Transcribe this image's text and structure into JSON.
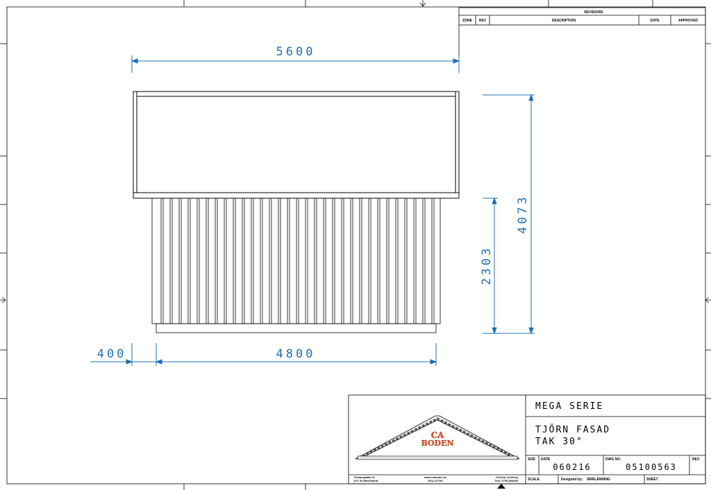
{
  "revisions": {
    "title": "REVISIONS",
    "columns": [
      "ZONE",
      "REV",
      "DESCRIPTION",
      "DATE",
      "APPROVED"
    ]
  },
  "dimensions": {
    "overall_width": "5600",
    "total_height": "4073",
    "wall_height": "2303",
    "wall_width": "4800",
    "overhang": "400"
  },
  "title_block": {
    "series": "MEGA SERIE",
    "drawing_title_line1": "TJÖRN FASAD",
    "drawing_title_line2": "TAK 30°",
    "size_label": "SIZE",
    "date_label": "DATE",
    "date_value": "060216",
    "dwg_label": "DWG NO.",
    "dwg_value": "05100563",
    "rev_label": "REV",
    "scale_label": "SCALE",
    "designed_label": "Designed by:",
    "designed_value": "SMÅLÄNNING",
    "sheet_label": "SHEET"
  },
  "logo": {
    "line1": "CA",
    "line2": "BODEN",
    "address_line1": "Fiskaregatan 11",
    "address_line2": "871 33 Härnösand",
    "web": "www.caboden.se",
    "phone": "0611-21790",
    "contact_name": "Christer Arnberg",
    "contact_phone": "Tele: 0705-994636"
  },
  "colors": {
    "dimension": "#1f6fb4",
    "logo_text": "#e8542a",
    "line": "#000000"
  }
}
